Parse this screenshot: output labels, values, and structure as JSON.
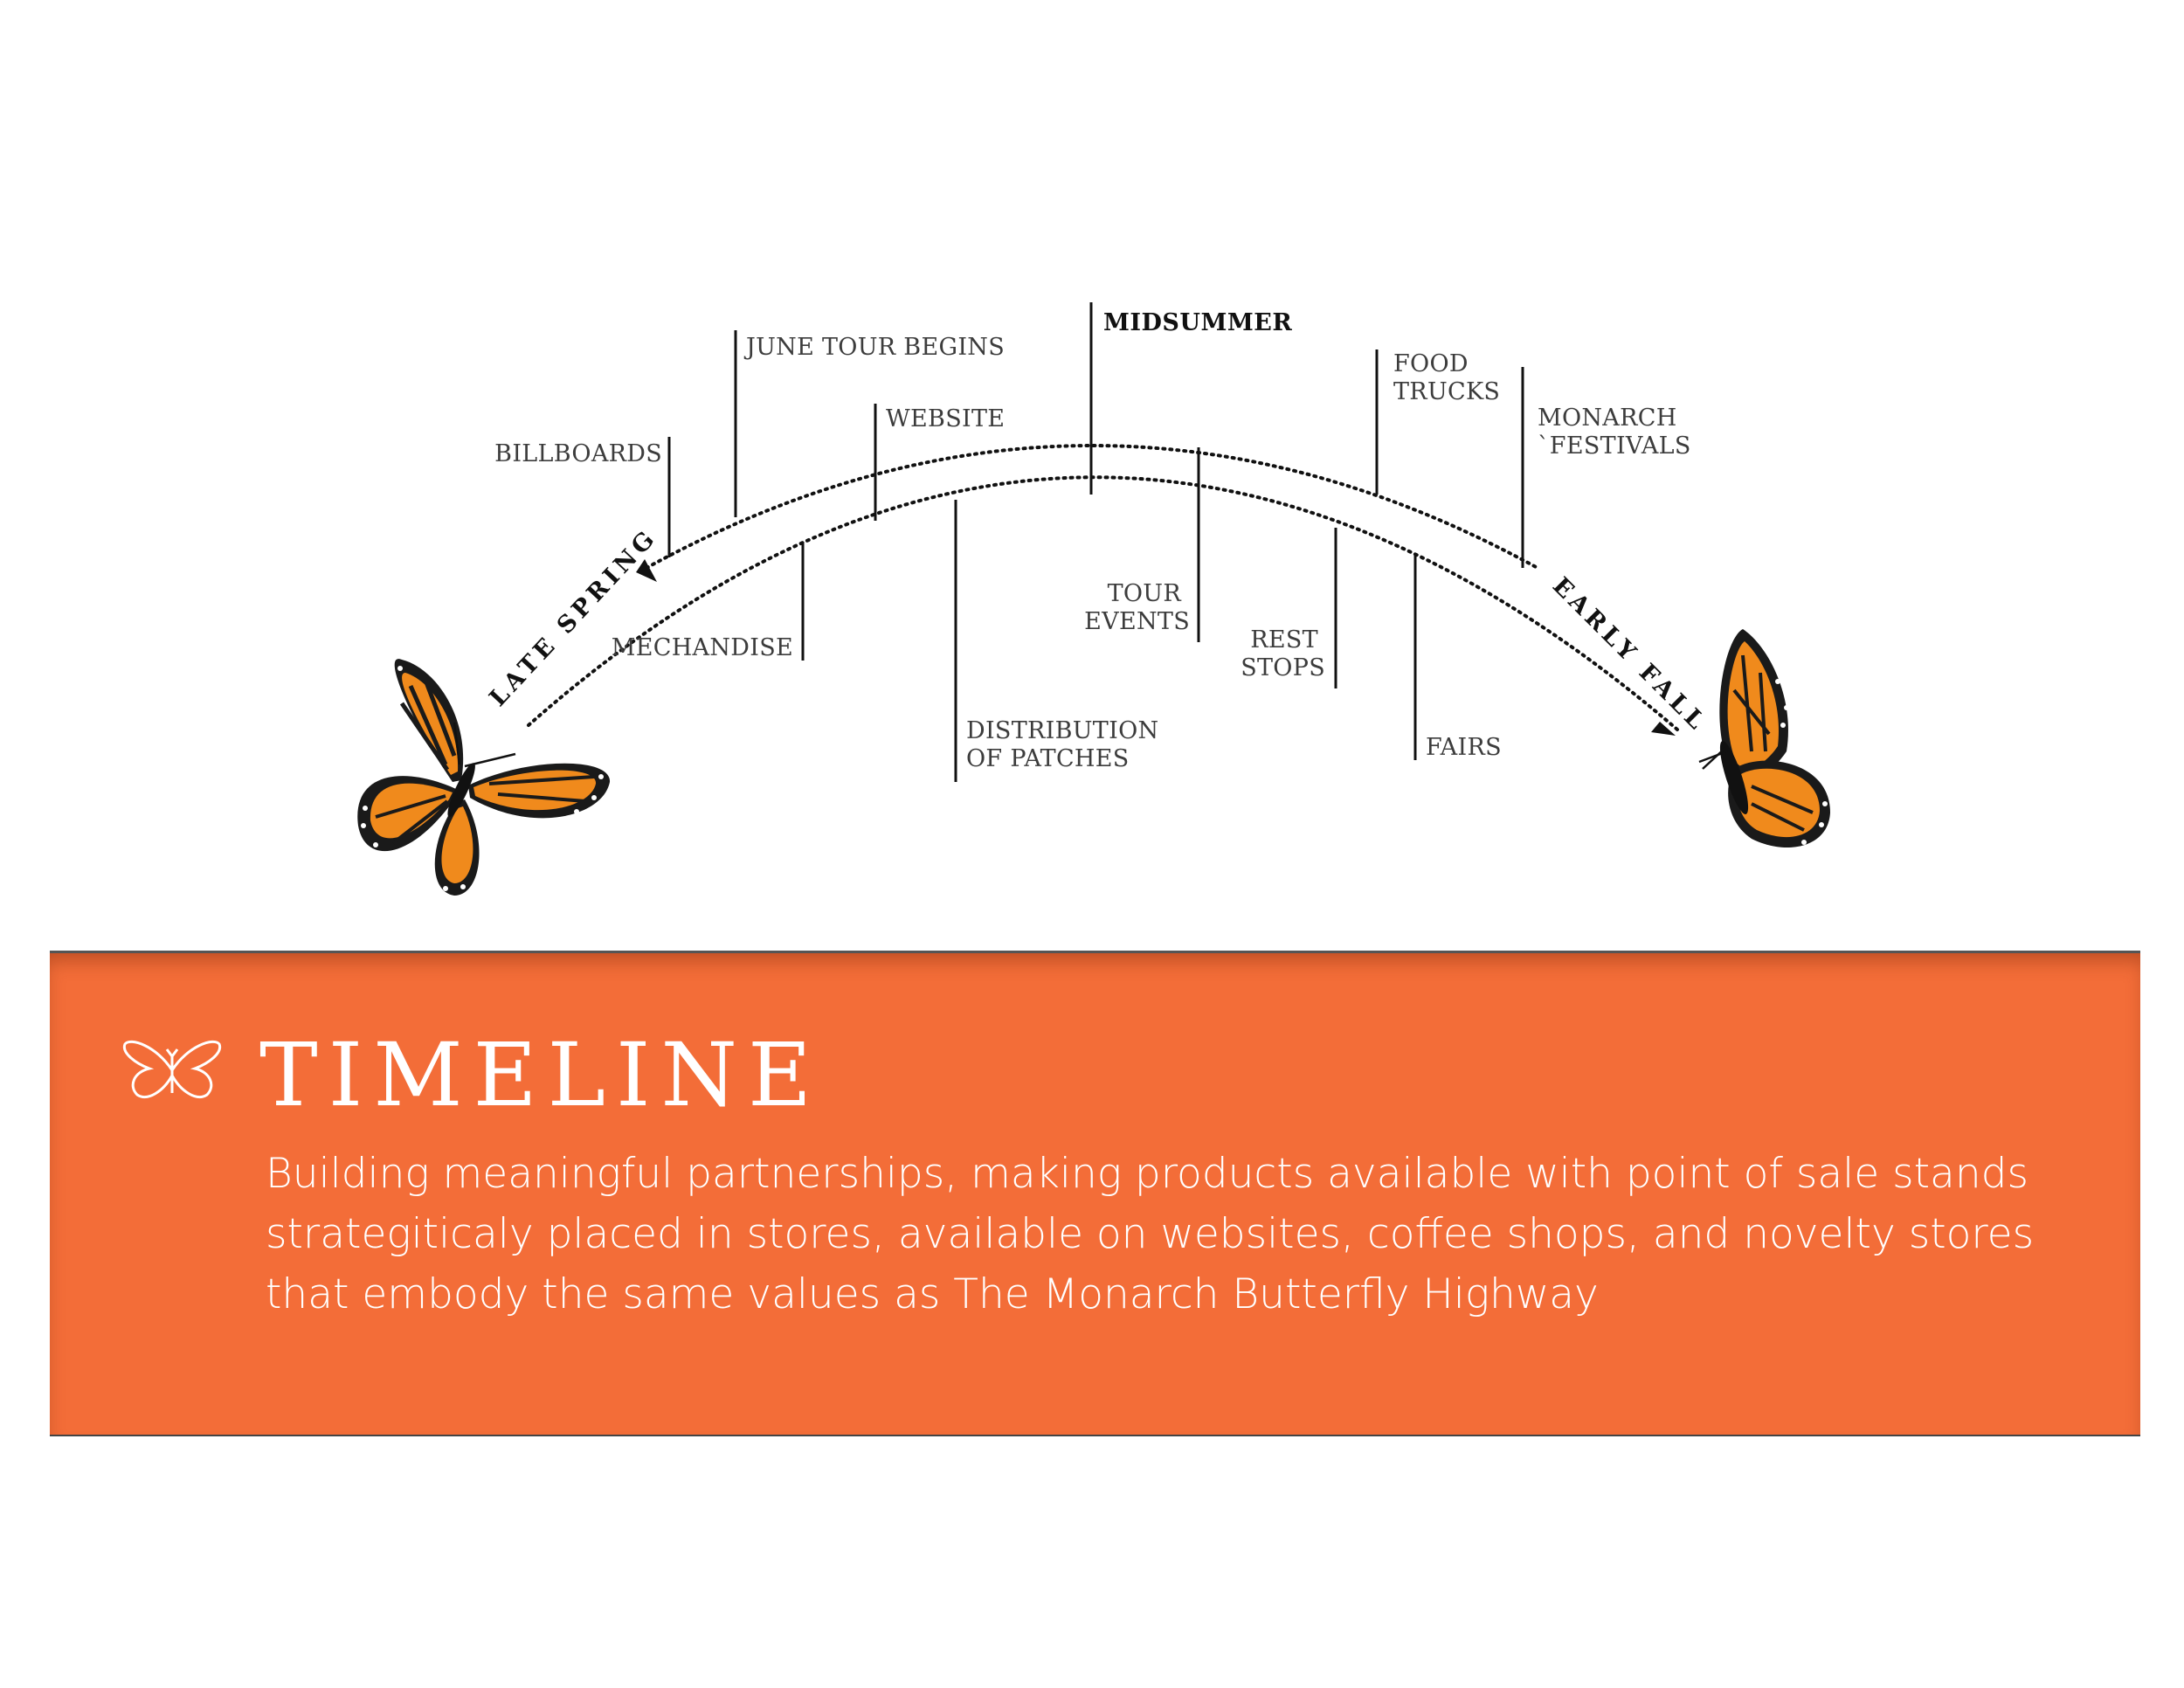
{
  "diagram": {
    "season_start": "LATE SPRING",
    "season_end": "EARLY FALL",
    "milestones": {
      "billboards": "BILLBOARDS",
      "june_tour": "JUNE TOUR BEGINS",
      "website": "WEBSITE",
      "midsummer": "MIDSUMMER",
      "food_trucks_1": "FOOD",
      "food_trucks_2": "TRUCKS",
      "monarch_festivals_1": "MONARCH",
      "monarch_festivals_2": "`FESTIVALS",
      "mechandise": "MECHANDISE",
      "distribution_1": "DISTRIBUTION",
      "distribution_2": "OF PATCHES",
      "tour_events_1": "TOUR",
      "tour_events_2": "EVENTS",
      "rest_stops_1": "REST",
      "rest_stops_2": "STOPS",
      "fairs": "FAIRS"
    },
    "colors": {
      "wing_orange": "#f08a1c",
      "wing_black": "#1a1a1a"
    }
  },
  "banner": {
    "title": "TIMELINE",
    "icon": "butterfly-outline-icon",
    "description": "Building meaningful partnerships, making products available with point of sale stands strategiticaly placed in stores, available on websites, coffee shops, and novelty stores that embody the same values as The Monarch Butterfly Highway",
    "color": "#f36d38"
  }
}
